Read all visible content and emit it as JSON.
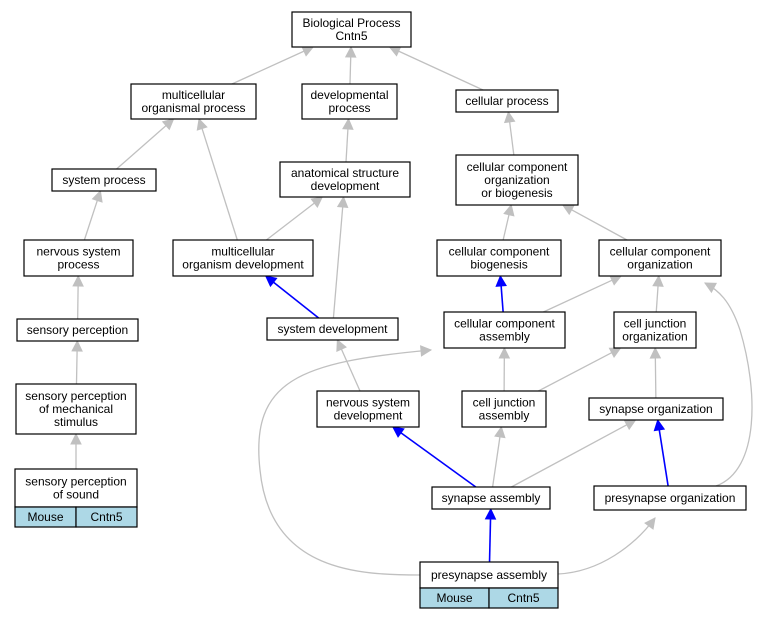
{
  "nodes": {
    "bp": {
      "lines": [
        "Biological Process",
        "Cntn5"
      ]
    },
    "multicellular_organismal_process": {
      "lines": [
        "multicellular",
        "organismal process"
      ]
    },
    "developmental_process": {
      "lines": [
        "developmental",
        "process"
      ]
    },
    "cellular_process": {
      "lines": [
        "cellular process"
      ]
    },
    "system_process": {
      "lines": [
        "system process"
      ]
    },
    "anatomical_structure_development": {
      "lines": [
        "anatomical structure",
        "development"
      ]
    },
    "cellular_component_org_or_biogenesis": {
      "lines": [
        "cellular component",
        "organization",
        "or biogenesis"
      ]
    },
    "nervous_system_process": {
      "lines": [
        "nervous system",
        "process"
      ]
    },
    "multicellular_organism_development": {
      "lines": [
        "multicellular",
        "organism development"
      ]
    },
    "cellular_component_biogenesis": {
      "lines": [
        "cellular component",
        "biogenesis"
      ]
    },
    "cellular_component_organization": {
      "lines": [
        "cellular component",
        "organization"
      ]
    },
    "sensory_perception": {
      "lines": [
        "sensory perception"
      ]
    },
    "system_development": {
      "lines": [
        "system development"
      ]
    },
    "cellular_component_assembly": {
      "lines": [
        "cellular component",
        "assembly"
      ]
    },
    "cell_junction_organization": {
      "lines": [
        "cell junction",
        "organization"
      ]
    },
    "sensory_perception_mechanical": {
      "lines": [
        "sensory perception",
        "of mechanical",
        "stimulus"
      ]
    },
    "nervous_system_development": {
      "lines": [
        "nervous system",
        "development"
      ]
    },
    "cell_junction_assembly": {
      "lines": [
        "cell junction",
        "assembly"
      ]
    },
    "synapse_organization": {
      "lines": [
        "synapse organization"
      ]
    },
    "sensory_perception_sound": {
      "lines": [
        "sensory perception",
        "of sound"
      ],
      "annotation": [
        "Mouse",
        "Cntn5"
      ]
    },
    "synapse_assembly": {
      "lines": [
        "synapse assembly"
      ]
    },
    "presynapse_organization": {
      "lines": [
        "presynapse organization"
      ]
    },
    "presynapse_assembly": {
      "lines": [
        "presynapse assembly"
      ],
      "annotation": [
        "Mouse",
        "Cntn5"
      ]
    }
  },
  "edges": [
    {
      "from": "multicellular_organismal_process",
      "to": "bp",
      "color": "gray"
    },
    {
      "from": "developmental_process",
      "to": "bp",
      "color": "gray"
    },
    {
      "from": "cellular_process",
      "to": "bp",
      "color": "gray"
    },
    {
      "from": "system_process",
      "to": "multicellular_organismal_process",
      "color": "gray"
    },
    {
      "from": "multicellular_organism_development",
      "to": "multicellular_organismal_process",
      "color": "gray"
    },
    {
      "from": "anatomical_structure_development",
      "to": "developmental_process",
      "color": "gray"
    },
    {
      "from": "cellular_component_org_or_biogenesis",
      "to": "cellular_process",
      "color": "gray"
    },
    {
      "from": "nervous_system_process",
      "to": "system_process",
      "color": "gray"
    },
    {
      "from": "multicellular_organism_development",
      "to": "anatomical_structure_development",
      "color": "gray"
    },
    {
      "from": "system_development",
      "to": "anatomical_structure_development",
      "color": "gray"
    },
    {
      "from": "cellular_component_biogenesis",
      "to": "cellular_component_org_or_biogenesis",
      "color": "gray"
    },
    {
      "from": "cellular_component_organization",
      "to": "cellular_component_org_or_biogenesis",
      "color": "gray"
    },
    {
      "from": "sensory_perception",
      "to": "nervous_system_process",
      "color": "gray"
    },
    {
      "from": "system_development",
      "to": "multicellular_organism_development",
      "color": "blue"
    },
    {
      "from": "cellular_component_assembly",
      "to": "cellular_component_biogenesis",
      "color": "blue"
    },
    {
      "from": "cellular_component_assembly",
      "to": "cellular_component_organization",
      "color": "gray"
    },
    {
      "from": "cell_junction_organization",
      "to": "cellular_component_organization",
      "color": "gray"
    },
    {
      "from": "sensory_perception_mechanical",
      "to": "sensory_perception",
      "color": "gray"
    },
    {
      "from": "nervous_system_development",
      "to": "system_development",
      "color": "gray"
    },
    {
      "from": "cell_junction_assembly",
      "to": "cellular_component_assembly",
      "color": "gray"
    },
    {
      "from": "cell_junction_assembly",
      "to": "cell_junction_organization",
      "color": "gray"
    },
    {
      "from": "synapse_organization",
      "to": "cell_junction_organization",
      "color": "gray"
    },
    {
      "from": "sensory_perception_sound",
      "to": "sensory_perception_mechanical",
      "color": "gray"
    },
    {
      "from": "synapse_assembly",
      "to": "nervous_system_development",
      "color": "blue"
    },
    {
      "from": "synapse_assembly",
      "to": "cell_junction_assembly",
      "color": "gray"
    },
    {
      "from": "synapse_assembly",
      "to": "synapse_organization",
      "color": "gray"
    },
    {
      "from": "presynapse_organization",
      "to": "synapse_organization",
      "color": "blue"
    },
    {
      "from": "presynapse_organization",
      "to": "cellular_component_organization",
      "color": "gray"
    },
    {
      "from": "presynapse_assembly",
      "to": "synapse_assembly",
      "color": "blue"
    },
    {
      "from": "presynapse_assembly",
      "to": "presynapse_organization",
      "color": "gray"
    },
    {
      "from": "presynapse_assembly",
      "to": "cellular_component_assembly",
      "color": "gray"
    }
  ],
  "colors": {
    "edge_gray": "#c0c0c0",
    "edge_blue": "#0000ff",
    "annotation_fill": "#add8e6"
  }
}
